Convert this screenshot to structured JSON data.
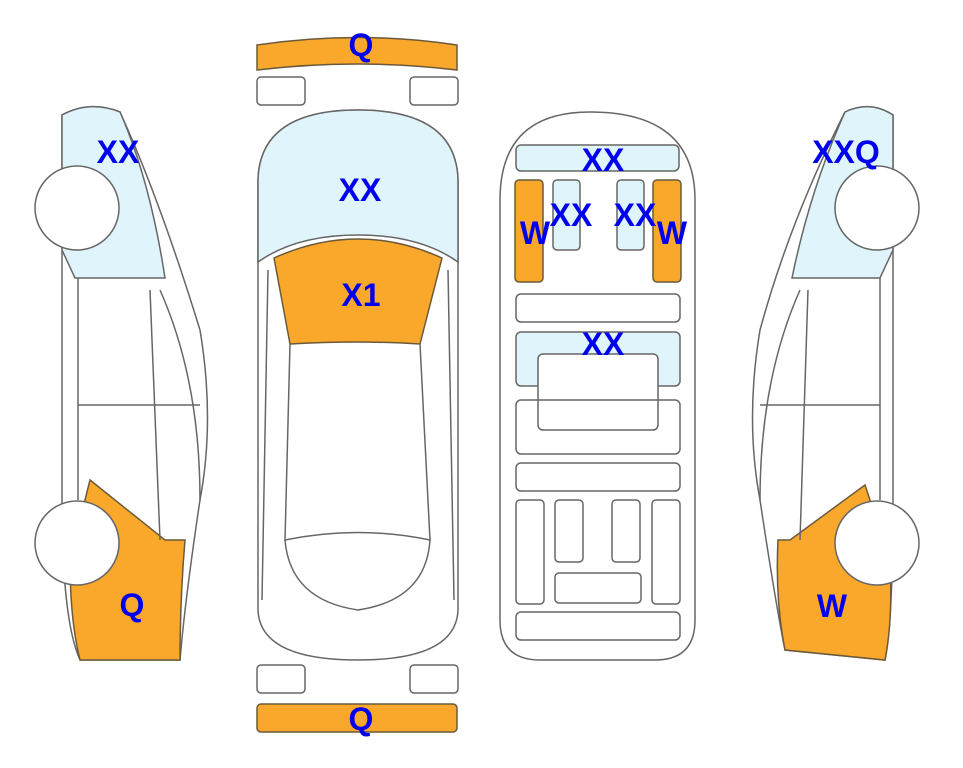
{
  "colors": {
    "damage_orange": "#F9A82B",
    "damage_blue": "#DFF5FB",
    "label": "#0000EE"
  },
  "labels": {
    "front_bumper": "Q",
    "rear_bumper": "Q",
    "left_side_front": "XX",
    "left_side_rear": "Q",
    "windshield": "XX",
    "hood": "X1",
    "roof_front": "XX",
    "seat_left": "XX",
    "seat_right": "XX",
    "pillar_left": "W",
    "pillar_right": "W",
    "roof_rear": "XX",
    "right_side_front": "XXQ",
    "right_side_rear": "W"
  }
}
